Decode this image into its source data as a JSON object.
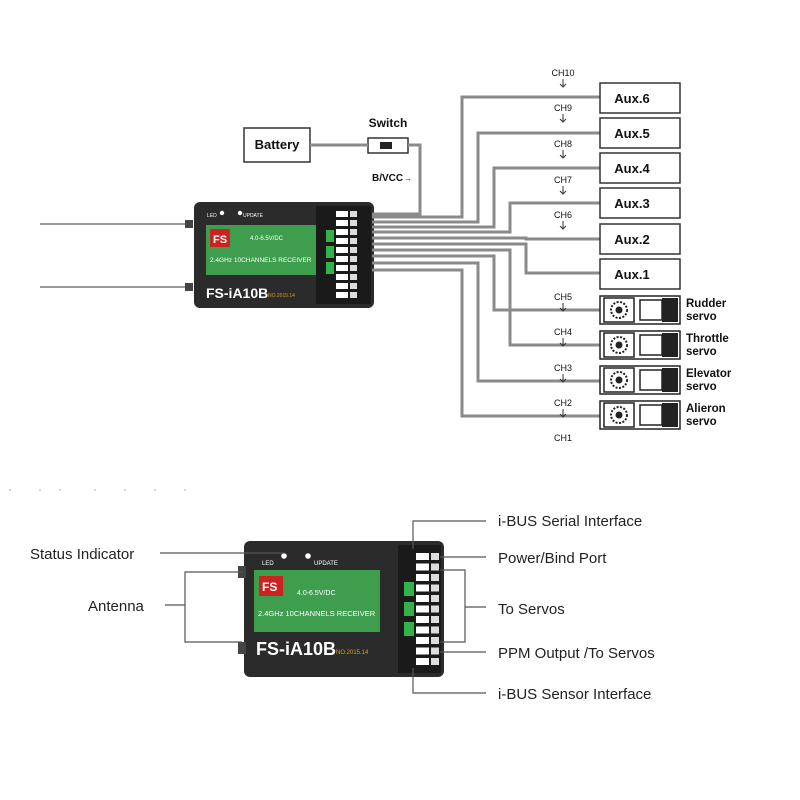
{
  "top_diagram": {
    "battery": "Battery",
    "switch": "Switch",
    "bvcc": "B/VCC",
    "aux": [
      "Aux.6",
      "Aux.5",
      "Aux.4",
      "Aux.3",
      "Aux.2",
      "Aux.1"
    ],
    "ch_labels": [
      "CH10",
      "CH9",
      "CH8",
      "CH7",
      "CH6",
      "CH5",
      "CH4",
      "CH3",
      "CH2",
      "CH1"
    ],
    "servos": [
      {
        "l1": "Rudder",
        "l2": "servo"
      },
      {
        "l1": "Throttle",
        "l2": "servo"
      },
      {
        "l1": "Elevator",
        "l2": "servo"
      },
      {
        "l1": "Alieron",
        "l2": "servo"
      }
    ]
  },
  "receiver": {
    "model": "FS-iA10B",
    "band": "2.4GHz 10CHANNELS RECEIVER",
    "voltage": "4.0-6.5V/DC",
    "led": "LED",
    "update": "UPDATE",
    "brand": "FS",
    "code": "NO.2015.14"
  },
  "callouts": {
    "status_indicator": "Status Indicator",
    "antenna": "Antenna",
    "ibus_serial": "i-BUS Serial Interface",
    "power_bind": "Power/Bind Port",
    "to_servos": "To Servos",
    "ppm": "PPM Output /To Servos",
    "ibus_sensor": "i-BUS Sensor Interface"
  },
  "colors": {
    "wire": "#8a8a8a",
    "pcb_green": "#3f9e4d",
    "receiver_body": "#2b2b2b",
    "connector_green": "#35b14a"
  }
}
